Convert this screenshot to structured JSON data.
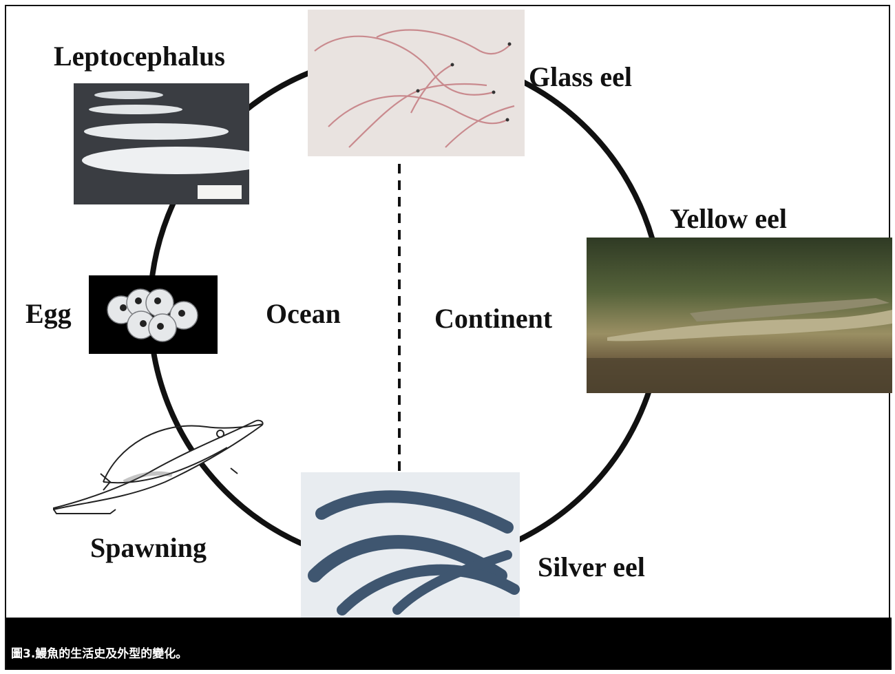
{
  "figure": {
    "stages": {
      "leptocephalus": "Leptocephalus",
      "glass_eel": "Glass eel",
      "yellow_eel": "Yellow eel",
      "silver_eel": "Silver eel",
      "spawning": "Spawning",
      "egg": "Egg"
    },
    "regions": {
      "ocean": "Ocean",
      "continent": "Continent"
    },
    "caption": "圖3.鰻魚的生活史及外型的變化。"
  },
  "colors": {
    "cycle_line": "#111111",
    "caption_bg": "#000000",
    "caption_text": "#ffffff"
  }
}
